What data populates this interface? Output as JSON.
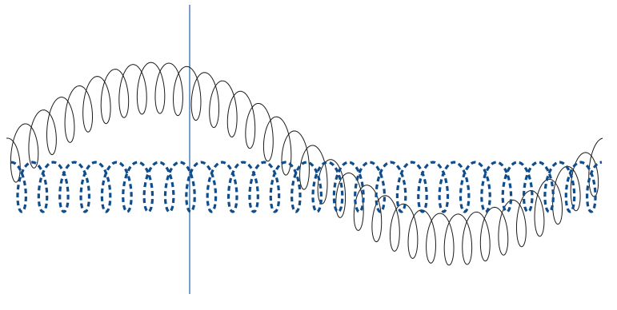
{
  "diagram": {
    "colors": {
      "background": "#ffffff",
      "vertical_line": "#1f5fa8",
      "solid_coil": "#1a1a1a",
      "dashed_coil": "#0f4d8c"
    },
    "elements": [
      {
        "id": "vertical-line",
        "kind": "line"
      },
      {
        "id": "solid-coil",
        "kind": "coil",
        "style": "solid",
        "loops": 33
      },
      {
        "id": "dashed-coil",
        "kind": "coil",
        "style": "dashed",
        "loops": 28
      }
    ]
  }
}
